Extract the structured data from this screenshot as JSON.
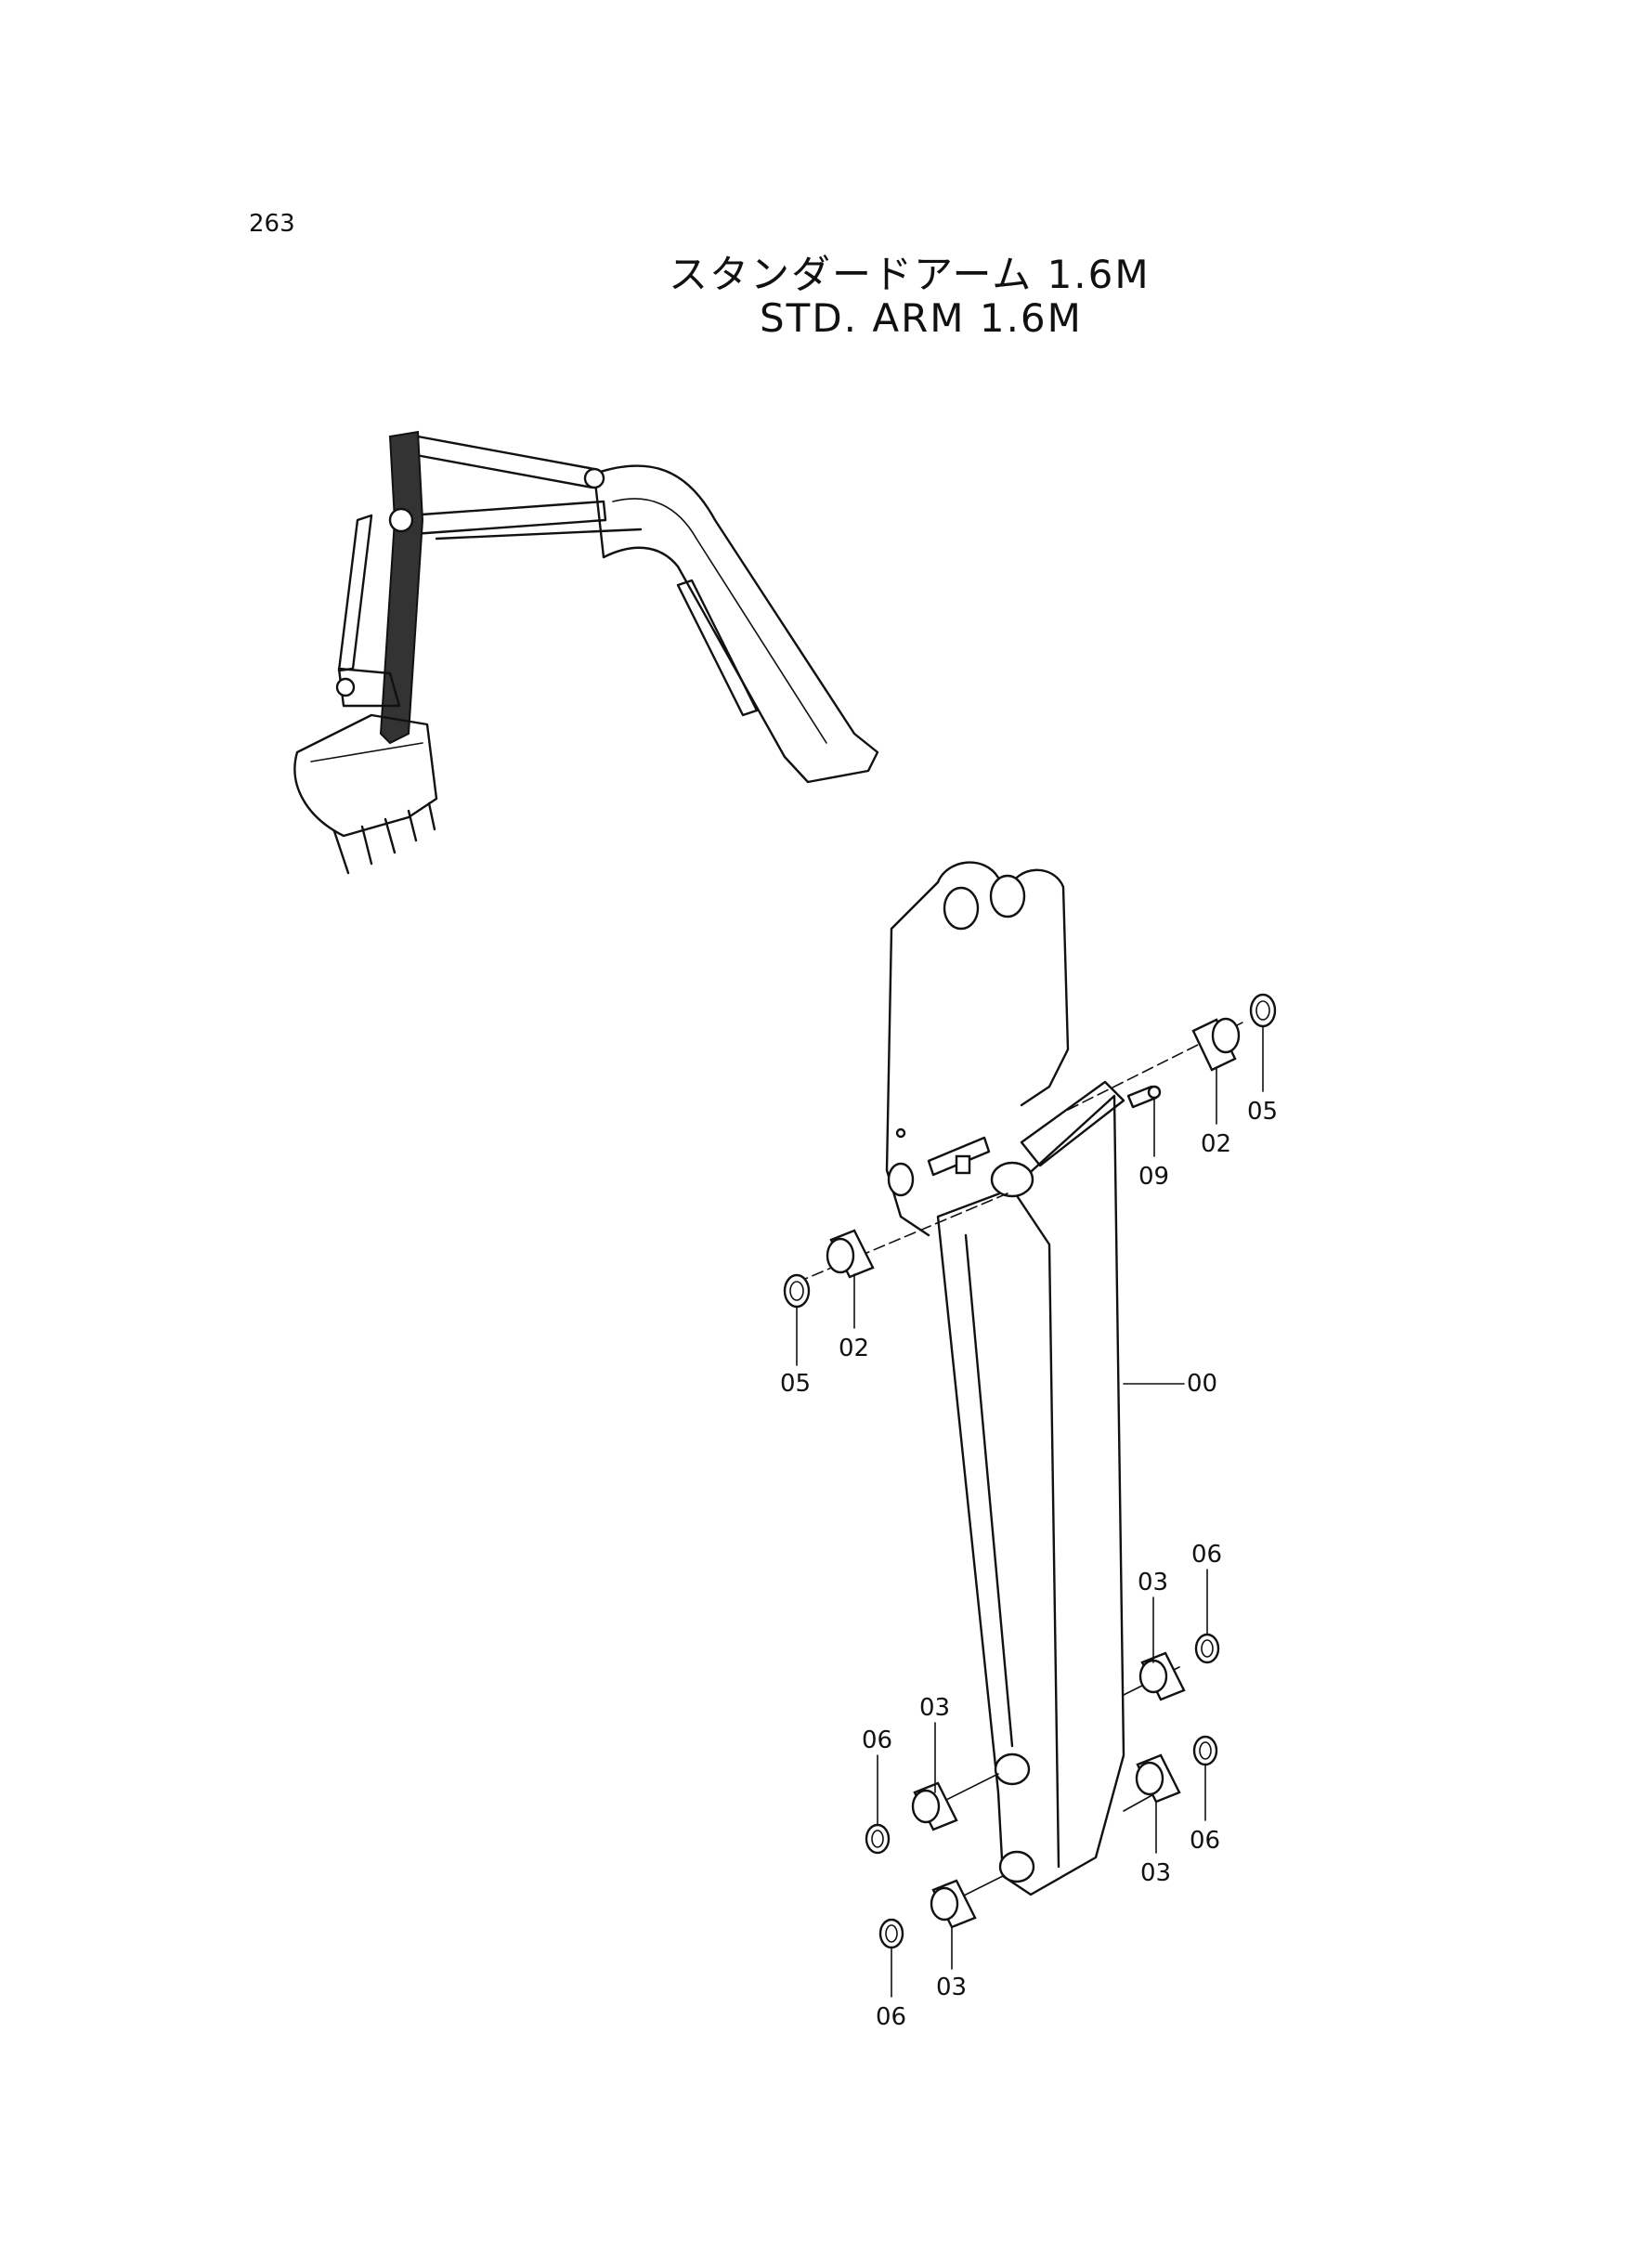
{
  "page_number": "263",
  "title_jp": "スタンダードアーム 1.6M",
  "title_en": "STD. ARM 1.6M",
  "callouts": {
    "c00": "00",
    "c02a": "02",
    "c02b": "02",
    "c03a": "03",
    "c03b": "03",
    "c03c": "03",
    "c03d": "03",
    "c05a": "05",
    "c05b": "05",
    "c06a": "06",
    "c06b": "06",
    "c06c": "06",
    "c06d": "06",
    "c09": "09"
  }
}
